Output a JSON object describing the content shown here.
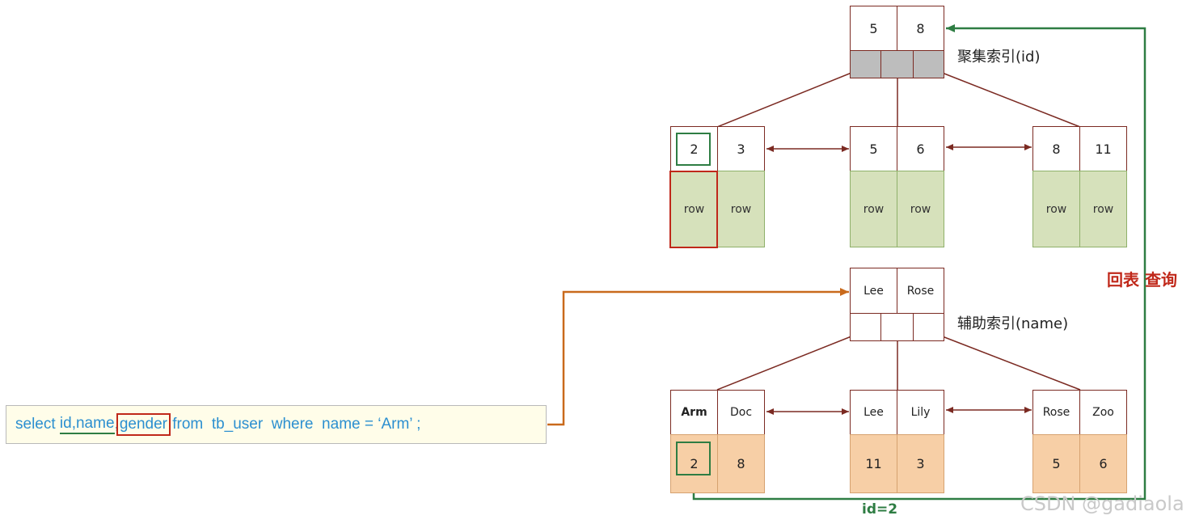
{
  "clustered_index": {
    "root_keys": [
      "5",
      "8"
    ],
    "label": "聚集索引(id)",
    "leaves": [
      {
        "keys": [
          "2",
          "3"
        ],
        "rows": [
          "row",
          "row"
        ]
      },
      {
        "keys": [
          "5",
          "6"
        ],
        "rows": [
          "row",
          "row"
        ]
      },
      {
        "keys": [
          "8",
          "11"
        ],
        "rows": [
          "row",
          "row"
        ]
      }
    ]
  },
  "secondary_index": {
    "root_keys": [
      "Lee",
      "Rose"
    ],
    "label": "辅助索引(name)",
    "leaves": [
      {
        "keys": [
          "Arm",
          "Doc"
        ],
        "ids": [
          "2",
          "8"
        ]
      },
      {
        "keys": [
          "Lee",
          "Lily"
        ],
        "ids": [
          "11",
          "3"
        ]
      },
      {
        "keys": [
          "Rose",
          "Zoo"
        ],
        "ids": [
          "5",
          "6"
        ]
      }
    ]
  },
  "query": {
    "part1": "select ",
    "part2": "id,name",
    "part3": ",",
    "part4": "gender",
    "part5": " from  tb_user  where  name = ‘Arm’ ;"
  },
  "lookup_label": "回表 查询",
  "id_label": "id=2",
  "watermark": "CSDN @gadiaola",
  "colors": {
    "node_border": "#7b2a22",
    "row_fill": "#d6e1bb",
    "id_fill": "#f7cfa6",
    "highlight_red": "#c0281a",
    "highlight_green": "#2e7d43",
    "query_arrow": "#c96a1c",
    "sql_text": "#2b8fd0"
  }
}
